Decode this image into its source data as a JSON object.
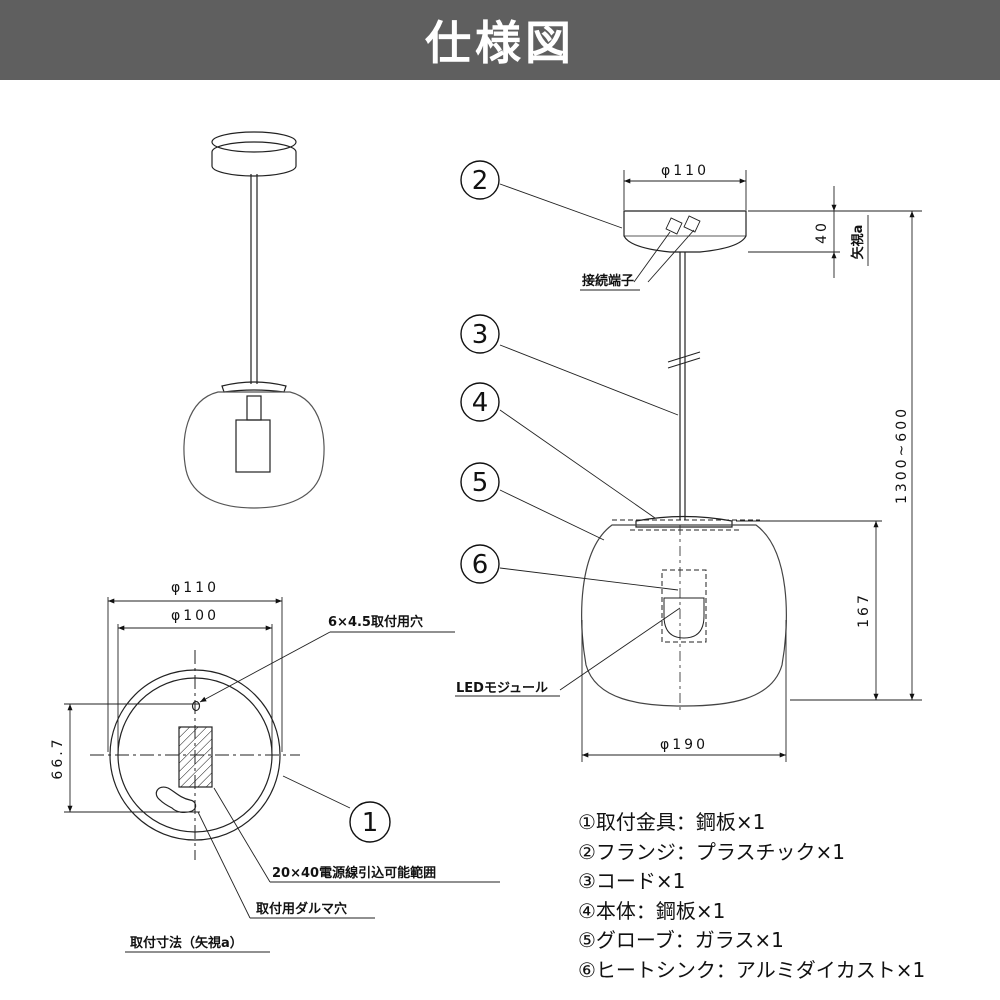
{
  "header": {
    "title": "仕様図"
  },
  "dims": {
    "top_phi110": "φ110",
    "phi110": "φ110",
    "phi100": "φ100",
    "h667": "66.7",
    "h40": "40",
    "arrow_view": "矢視a",
    "cord_length": "1300~600",
    "h167": "167",
    "phi190": "φ190"
  },
  "labels": {
    "holes": "6×4.5取付用穴",
    "cable_range": "20×40電源線引込可能範囲",
    "daruma_hole": "取付用ダルマ穴",
    "mount_dims": "取付寸法（矢視a）",
    "terminal": "接続端子",
    "led_module": "LEDモジュール"
  },
  "callouts": [
    "1",
    "2",
    "3",
    "4",
    "5",
    "6"
  ],
  "parts_list": [
    "①取付金具：鋼板×1",
    "②フランジ：プラスチック×1",
    "③コード×1",
    "④本体：鋼板×1",
    "⑤グローブ：ガラス×1",
    "⑥ヒートシンク：アルミダイカスト×1"
  ]
}
